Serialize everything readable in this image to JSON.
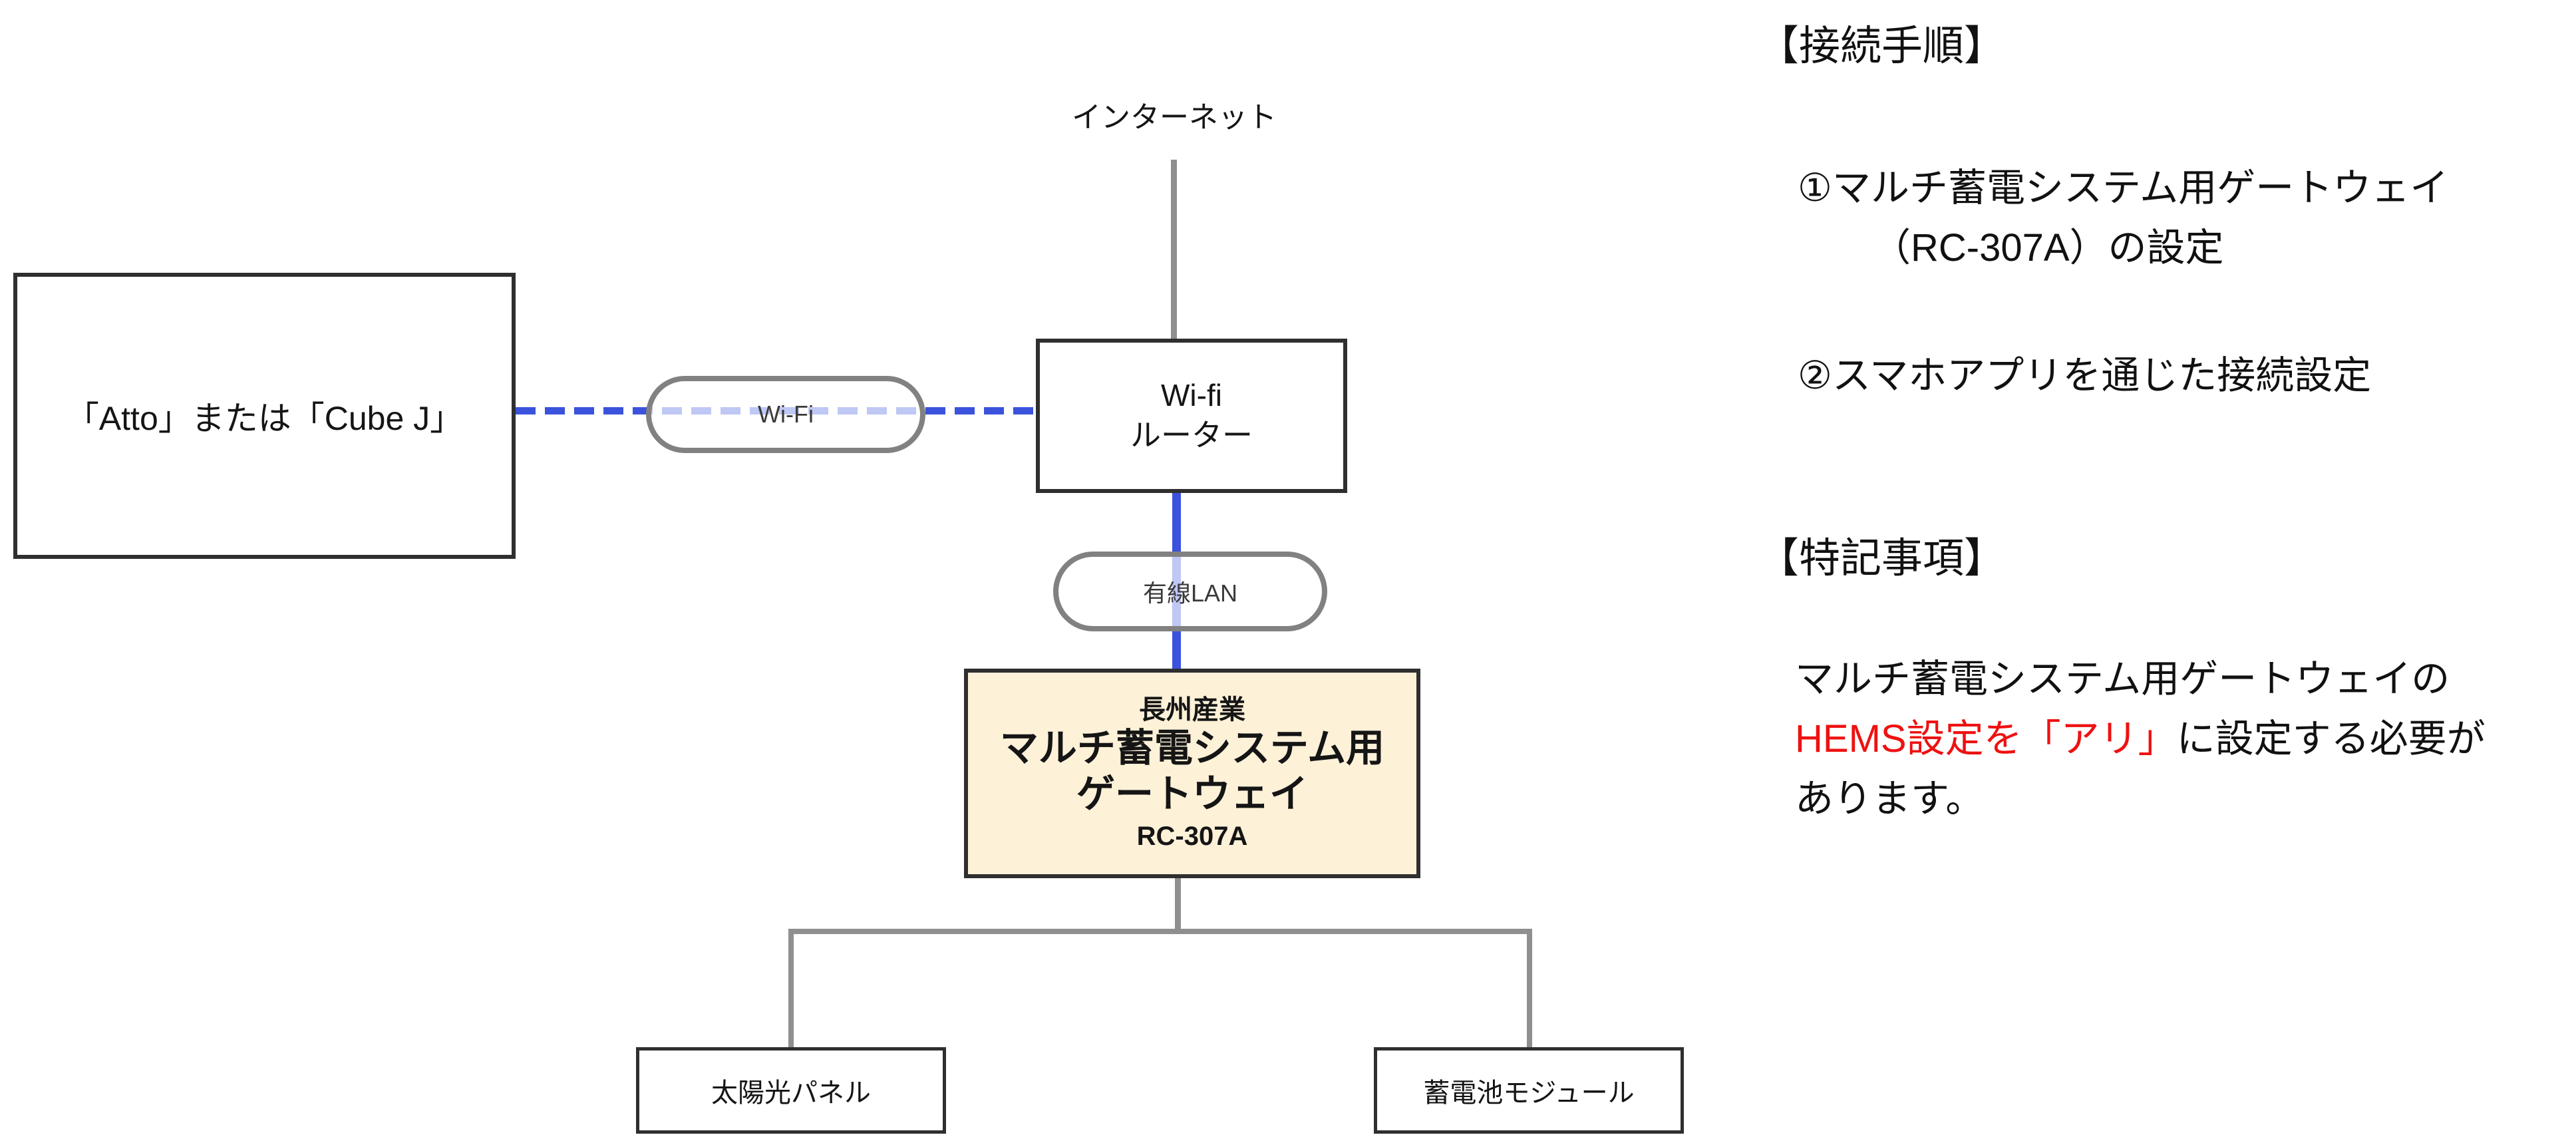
{
  "diagram": {
    "internet_label": "インターネット",
    "client_box_label": "「Atto」または「Cube J」",
    "wifi_pill_label": "Wi-Fi",
    "router_line1": "Wi-fi",
    "router_line2": "ルーター",
    "lan_pill_label": "有線LAN",
    "gateway": {
      "maker": "長州産業",
      "name_line1": "マルチ蓄電システム用",
      "name_line2": "ゲートウェイ",
      "model": "RC-307A"
    },
    "solar_box_label": "太陽光パネル",
    "battery_box_label": "蓄電池モジュール"
  },
  "instructions": {
    "procedure_heading": "【接続手順】",
    "steps": [
      {
        "line1": "①マルチ蓄電システム用ゲートウェイ",
        "line2": "（RC-307A）の設定"
      },
      {
        "line1": "②スマホアプリを通じた接続設定"
      }
    ],
    "notes_heading": "【特記事項】",
    "notes": {
      "line1": "マルチ蓄電システム用ゲートウェイの",
      "line2_red": "HEMS設定を「アリ」",
      "line2_rest": "に設定する必要が",
      "line3": "あります。"
    }
  },
  "colors": {
    "connector_blue": "#3a52dc",
    "connector_blue_inside_pill": "#c0c8f4",
    "connector_gray": "#8f8f8f",
    "gateway_fill": "#fdf1d8",
    "note_red": "#ee1111",
    "node_border": "#2f2f2f"
  }
}
